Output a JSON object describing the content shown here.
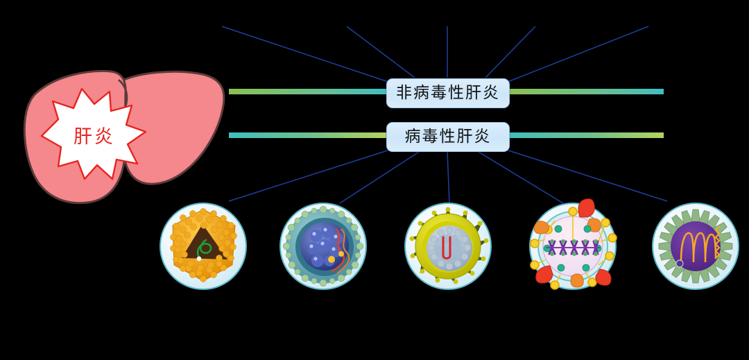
{
  "diagram": {
    "title_text": "肝炎",
    "organ": {
      "name": "liver",
      "burst_label": "肝炎",
      "fill_color": "#f4888c",
      "outline_color": "#5d3a3a",
      "burst_fill": "#ffffff",
      "burst_text_color": "#e8231f"
    },
    "boxes": [
      {
        "id": "nonviral",
        "label": "非病毒性肝炎",
        "fill_color": "#cde6f9",
        "border_color": "#9fc4e8"
      },
      {
        "id": "viral",
        "label": "病毒性肝炎",
        "fill_color": "#cde6f9",
        "border_color": "#9fc4e8"
      }
    ],
    "bars": [
      {
        "id": "bar-nonviral-left",
        "from_color": "#8cc051",
        "to_color": "#3fbfc0"
      },
      {
        "id": "bar-nonviral-right",
        "from_color": "#8cc051",
        "to_color": "#3fbfc0"
      },
      {
        "id": "bar-viral-left",
        "from_color": "#3fbfc0",
        "to_color": "#b5d45c"
      },
      {
        "id": "bar-viral-right",
        "from_color": "#3fbfc0",
        "to_color": "#b5d45c"
      }
    ],
    "connector_color": "#1f3f9e",
    "nonviral_branch_count": 5,
    "viral_branch_count": 5,
    "viruses": [
      {
        "id": "hav",
        "name": "hepatitis-a-virus",
        "capsid_color": "#f0a515",
        "core_color": "#4a2a12",
        "genome_color": "#1e9e3a",
        "disc_fill": "#d8eef8",
        "disc_border": "#57b6c2"
      },
      {
        "id": "hbv",
        "name": "hepatitis-b-virus",
        "capsid_color": "#3d4f9e",
        "core_color": "#1d5e74",
        "genome_color": "#d8442c",
        "disc_fill": "#d8eef8",
        "disc_border": "#57b6c2"
      },
      {
        "id": "hcv",
        "name": "hepatitis-c-virus",
        "capsid_color": "#d4d000",
        "core_color": "#9fb2c4",
        "genome_color": "#e02020",
        "disc_fill": "#d8eef8",
        "disc_border": "#57b6c2"
      },
      {
        "id": "hdv",
        "name": "hepatitis-d-virus",
        "capsid_color": "#f6ddf0",
        "core_color": "#7b3fa0",
        "genome_color": "#6f2f9f",
        "disc_fill": "#d8eef8",
        "disc_border": "#57b6c2"
      },
      {
        "id": "hev",
        "name": "hepatitis-e-virus",
        "capsid_color": "#5e2d91",
        "core_color": "#8fb585",
        "genome_color": "#f5a623",
        "disc_fill": "#d8eef8",
        "disc_border": "#57b6c2"
      }
    ]
  }
}
